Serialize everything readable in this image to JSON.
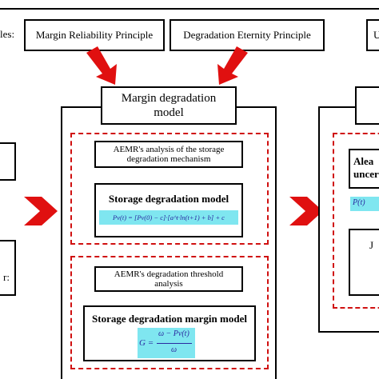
{
  "principles": {
    "label_fragment": "les:",
    "margin_reliability": "Margin Reliability Principle",
    "degradation_eternity": "Degradation Eternity Principle",
    "right_fragment": "U"
  },
  "center_panel": {
    "title": "Margin degradation model",
    "analysis_box": "AEMR's analysis of the storage degradation mechanism",
    "model_title": "Storage degradation model",
    "model_formula": "Pv(t) = [Pv(0) − c]·[a^t·ln(t+1) + b] + c",
    "threshold_box": "AEMR's degradation threshold analysis",
    "margin_title": "Storage degradation margin model",
    "margin_formula_lhs": "G =",
    "margin_formula_num": "ω − Pv(t)",
    "margin_formula_den": "ω"
  },
  "left_panel": {
    "fragment_bottom": "r:"
  },
  "right_panel": {
    "fragment_line1": "Alea",
    "fragment_line2": "uncer",
    "fragment_formula": "P(t)",
    "fragment_bottom": "J"
  },
  "colors": {
    "arrow_red": "#e01010",
    "dash_red": "#d01010",
    "formula_bg": "#7fe6f0"
  }
}
